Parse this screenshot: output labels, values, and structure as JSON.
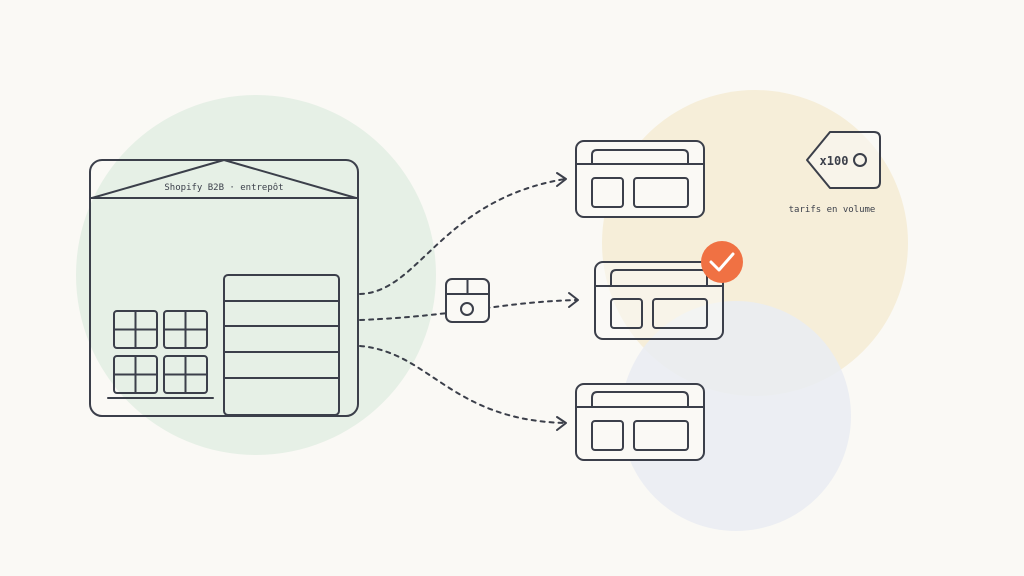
{
  "colors": {
    "background": "#faf9f5",
    "line": "#3b3f4a",
    "green_circle": "#e6f0e6",
    "yellow_circle": "#f6eed9",
    "blue_circle": "#e9ecf2",
    "check_badge": "#f07143"
  },
  "icons": [
    "warehouse-icon",
    "package-icon",
    "storefront-icon",
    "checkmark-icon",
    "price-tag-icon"
  ],
  "warehouse": {
    "label": "Shopify B2B · entrepôt"
  },
  "price_tag": {
    "label": "x100",
    "caption": "tarifs en volume"
  }
}
